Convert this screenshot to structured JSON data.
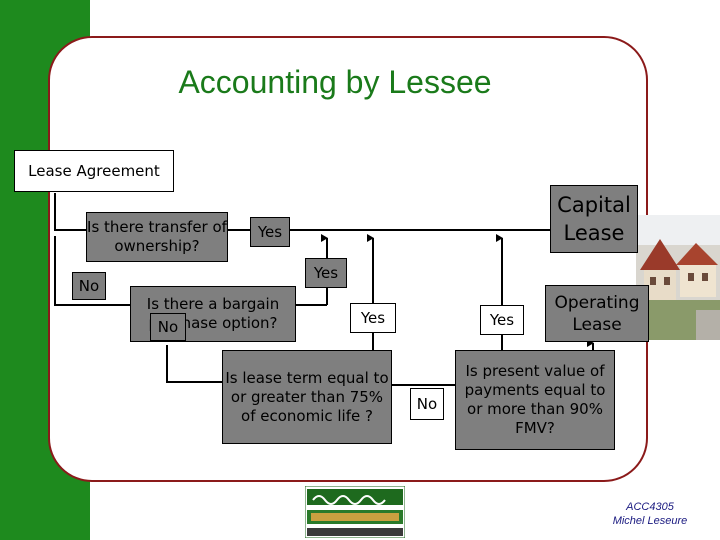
{
  "slide": {
    "title": "Accounting by Lessee",
    "credit_line1": "ACC4305",
    "credit_line2": "Michel Leseure"
  },
  "diagram": {
    "lease_agreement": "Lease Agreement",
    "q_transfer": "Is there transfer of ownership?",
    "q_bargain": "Is there a bargain purchase option?",
    "q_term": "Is lease term equal to or greater than 75% of economic life ?",
    "q_pv": "Is present value of payments equal to or more than 90% FMV?",
    "capital_lease": "Capital Lease",
    "operating_lease": "Operating Lease",
    "yes_1": "Yes",
    "yes_2": "Yes",
    "yes_3": "Yes",
    "yes_4": "Yes",
    "no_1": "No",
    "no_2": "No",
    "no_3": "No"
  },
  "colors": {
    "accent_green": "#1e8a1e",
    "frame_red": "#8b1a1a",
    "box_gray": "#7f7f7f"
  }
}
